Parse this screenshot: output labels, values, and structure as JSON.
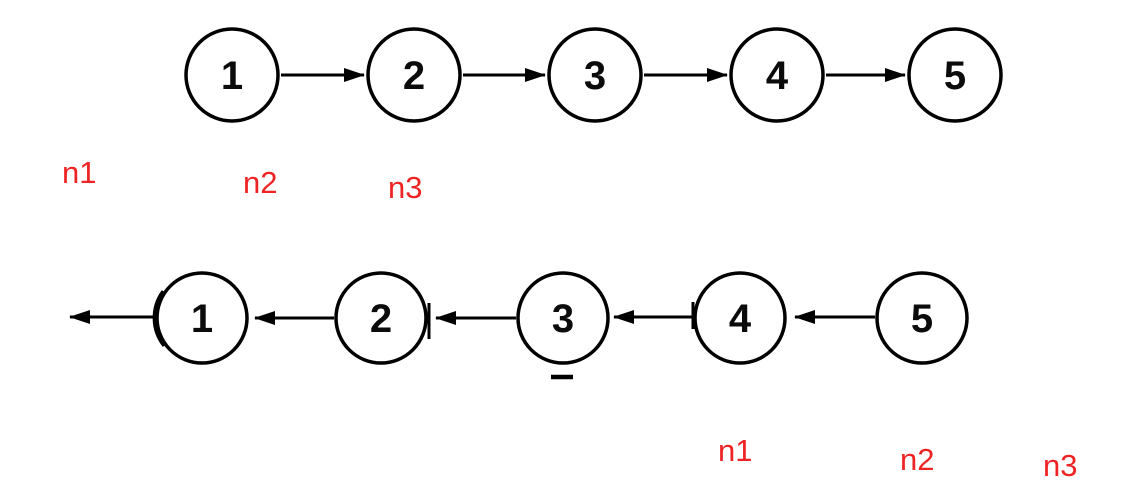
{
  "colors": {
    "ink": "#000000",
    "node_fill": "#ffffff",
    "pointer_label_red": "#ee2424",
    "background": "#ffffff"
  },
  "forward_list": {
    "link_direction": "right",
    "nodes": [
      "1",
      "2",
      "3",
      "4",
      "5"
    ]
  },
  "reversed_list": {
    "link_direction": "left",
    "has_null_arrow_from_head": true,
    "nodes": [
      "1",
      "2",
      "3",
      "4",
      "5"
    ]
  },
  "forward_pointer_labels": [
    "n1",
    "n2",
    "n3"
  ],
  "reversed_pointer_labels": [
    "n1",
    "n2",
    "n3"
  ]
}
